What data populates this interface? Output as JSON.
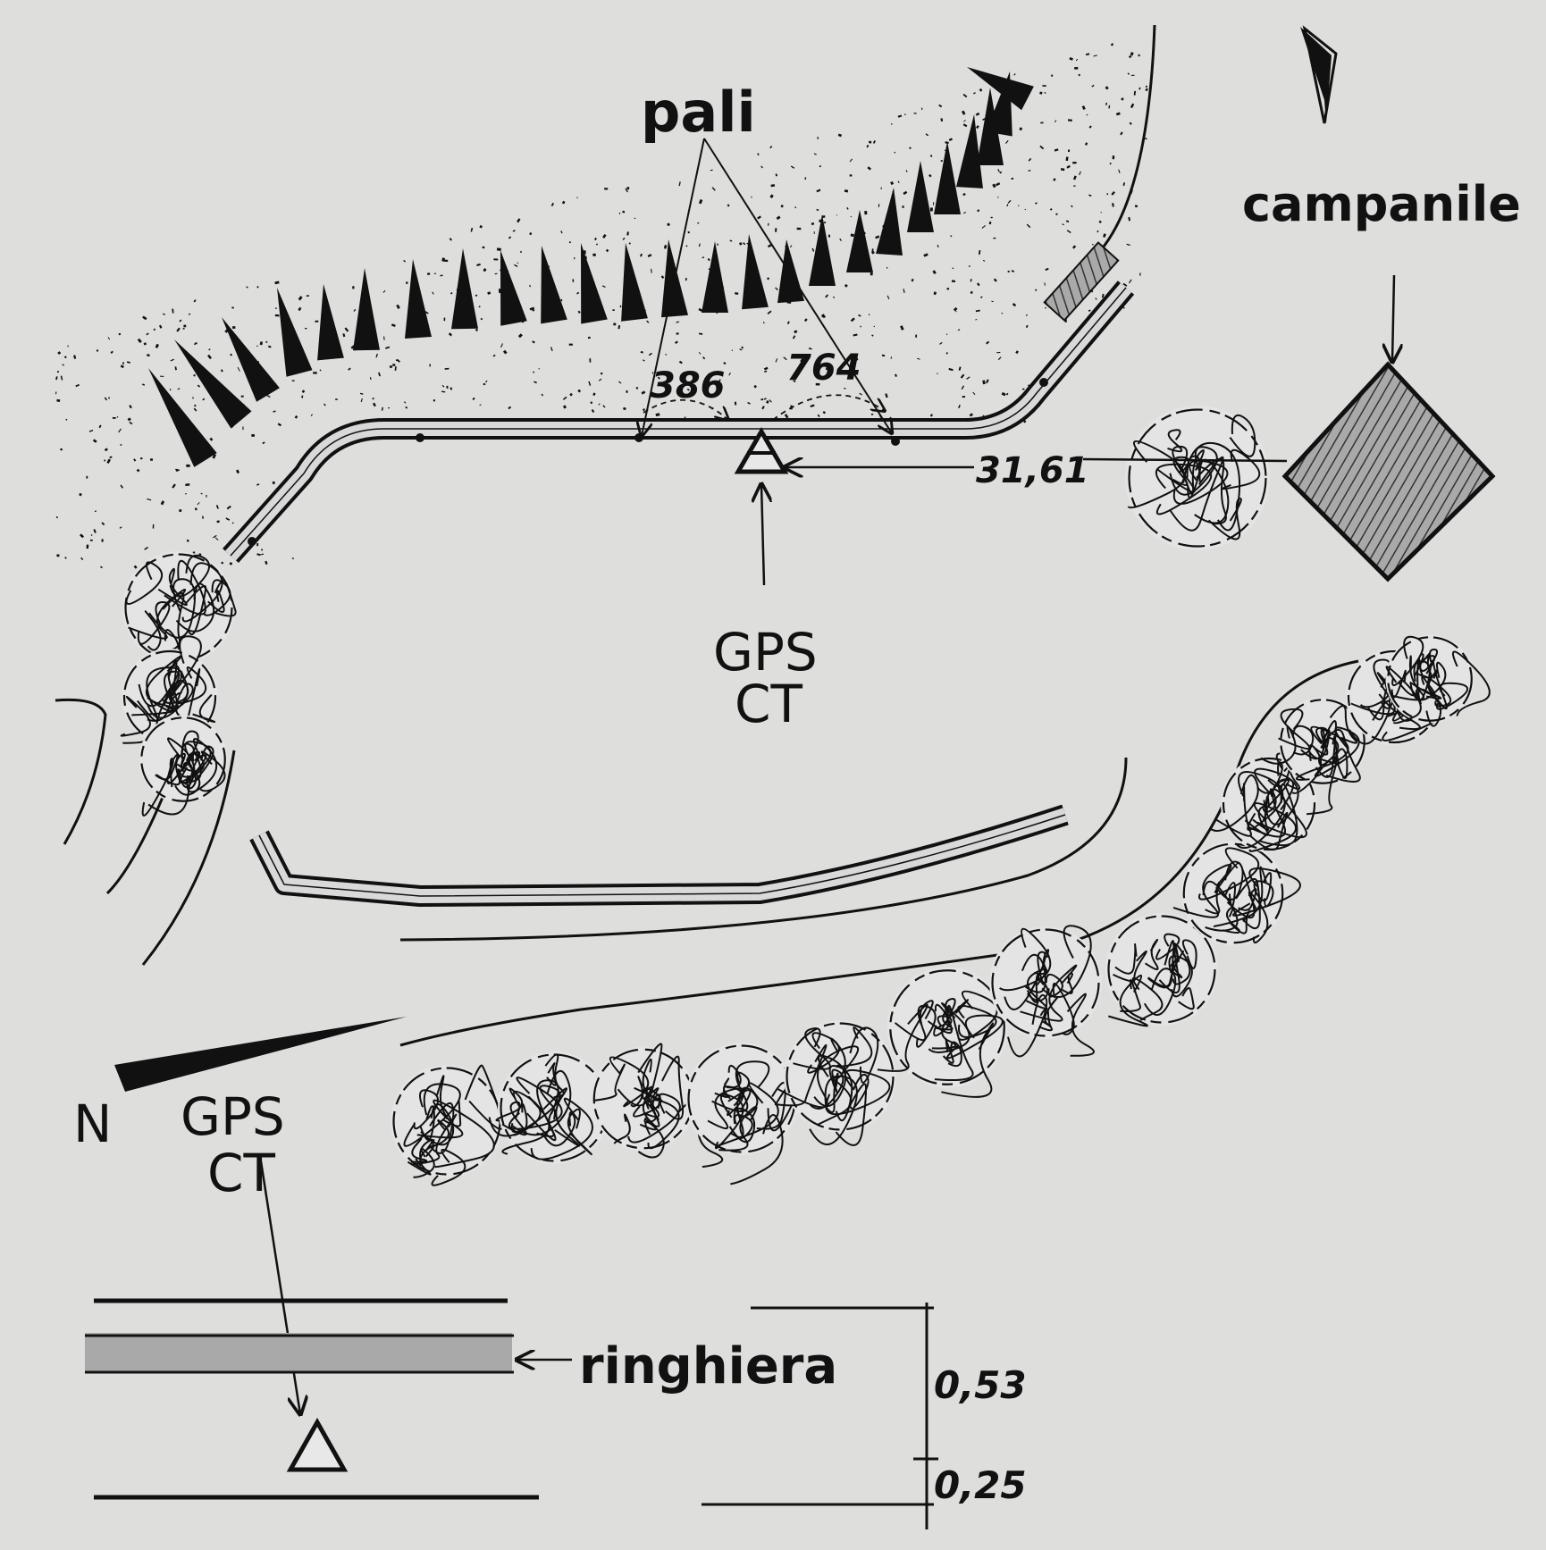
{
  "labels": {
    "pali": "pali",
    "campanile": "campanile",
    "gps_top": "GPS",
    "ct_top": "CT",
    "north": "N",
    "gps_bottom": "GPS",
    "ct_bottom": "CT",
    "ringhiera": "ringhiera"
  },
  "measurements": {
    "dist_386": "386",
    "dist_764": "764",
    "dist_3161": "31,61",
    "height_053": "0,53",
    "height_025": "0,25"
  },
  "colors": {
    "ink": "#111111",
    "paper": "#dededd",
    "wall": "#d4d4d4",
    "railing": "#a9a9a9",
    "hatch": "#6b6b6b"
  }
}
